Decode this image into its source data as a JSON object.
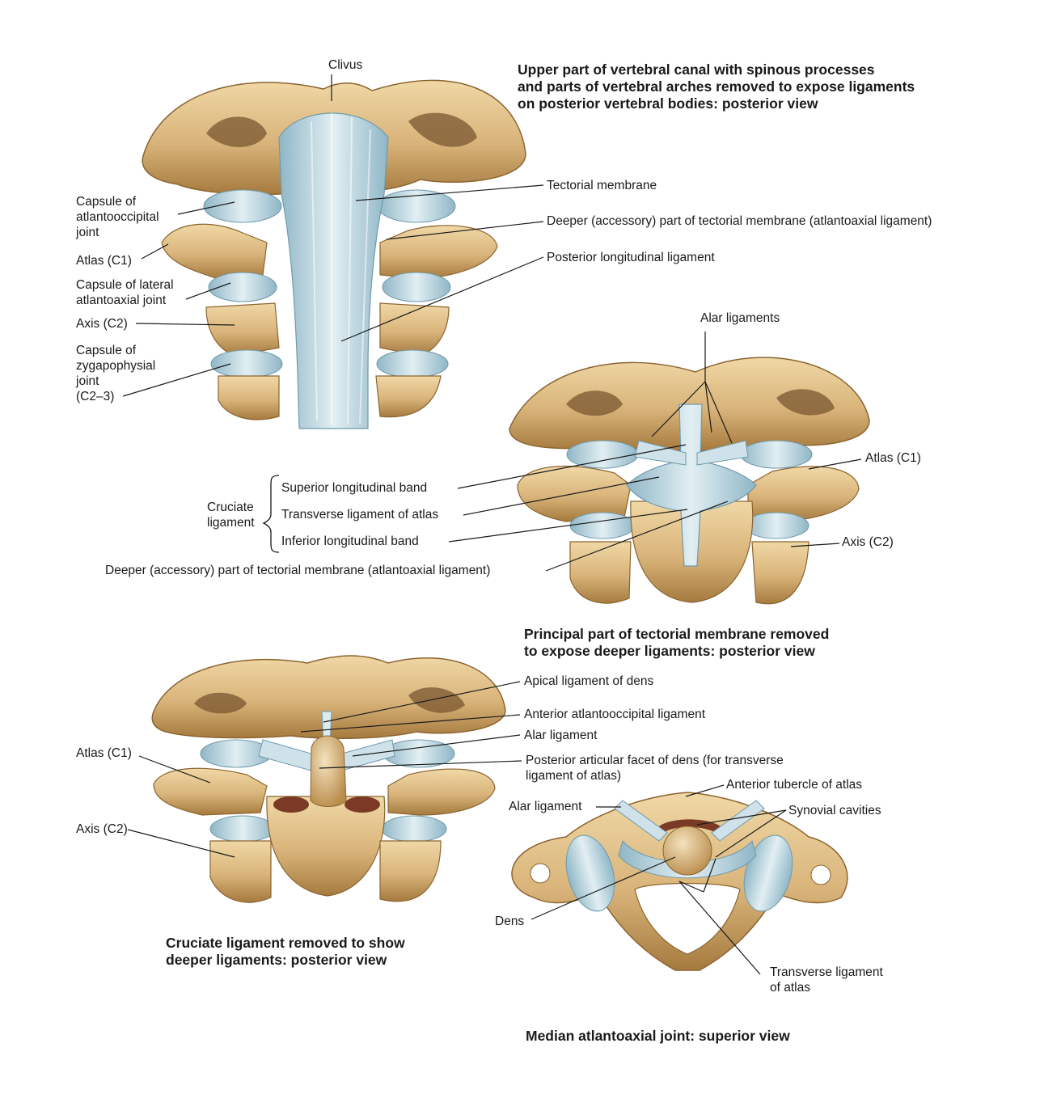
{
  "captions": {
    "upper": "Upper part of vertebral canal with spinous processes\nand parts of vertebral arches removed to expose ligaments\non posterior vertebral bodies: posterior view",
    "principal": "Principal part of tectorial membrane removed\nto expose deeper ligaments: posterior view",
    "cruciate_removed": "Cruciate ligament removed to show\ndeeper ligaments: posterior view",
    "median": "Median atlantoaxial joint: superior view"
  },
  "figure1": {
    "clivus": "Clivus",
    "capsule_atlantooccipital": "Capsule of\natlantooccipital\njoint",
    "atlas": "Atlas (C1)",
    "capsule_lateral_atlantoaxial": "Capsule of lateral\natlantoaxial joint",
    "axis": "Axis (C2)",
    "capsule_zygapophysial": "Capsule of\nzygapophysial\njoint\n(C2–3)",
    "tectorial_membrane": "Tectorial membrane",
    "deeper_part": "Deeper (accessory) part of tectorial membrane (atlantoaxial ligament)",
    "posterior_longitudinal": "Posterior longitudinal ligament"
  },
  "figure2": {
    "alar_ligaments": "Alar ligaments",
    "atlas": "Atlas (C1)",
    "axis": "Axis (C2)",
    "cruciate": "Cruciate\nligament",
    "superior_band": "Superior longitudinal band",
    "transverse": "Transverse ligament of atlas",
    "inferior_band": "Inferior longitudinal band",
    "deeper_part": "Deeper (accessory) part of tectorial membrane (atlantoaxial ligament)"
  },
  "figure3": {
    "apical": "Apical ligament of dens",
    "anterior_atlantooccipital": "Anterior atlantooccipital ligament",
    "alar": "Alar ligament",
    "posterior_facet": "Posterior articular facet of dens (for transverse\nligament of atlas)",
    "atlas": "Atlas (C1)",
    "axis": "Axis (C2)"
  },
  "figure4": {
    "anterior_tubercle": "Anterior tubercle of atlas",
    "alar": "Alar ligament",
    "synovial": "Synovial cavities",
    "dens": "Dens",
    "transverse": "Transverse ligament\nof atlas"
  },
  "colors": {
    "bone": "#d9b47a",
    "bone_dark": "#a57a3e",
    "bone_light": "#f0d8a6",
    "ligament": "#a9c9d6",
    "ligament_light": "#dcebf0",
    "cavity": "#7a3a26",
    "line": "#1a1a1a"
  }
}
